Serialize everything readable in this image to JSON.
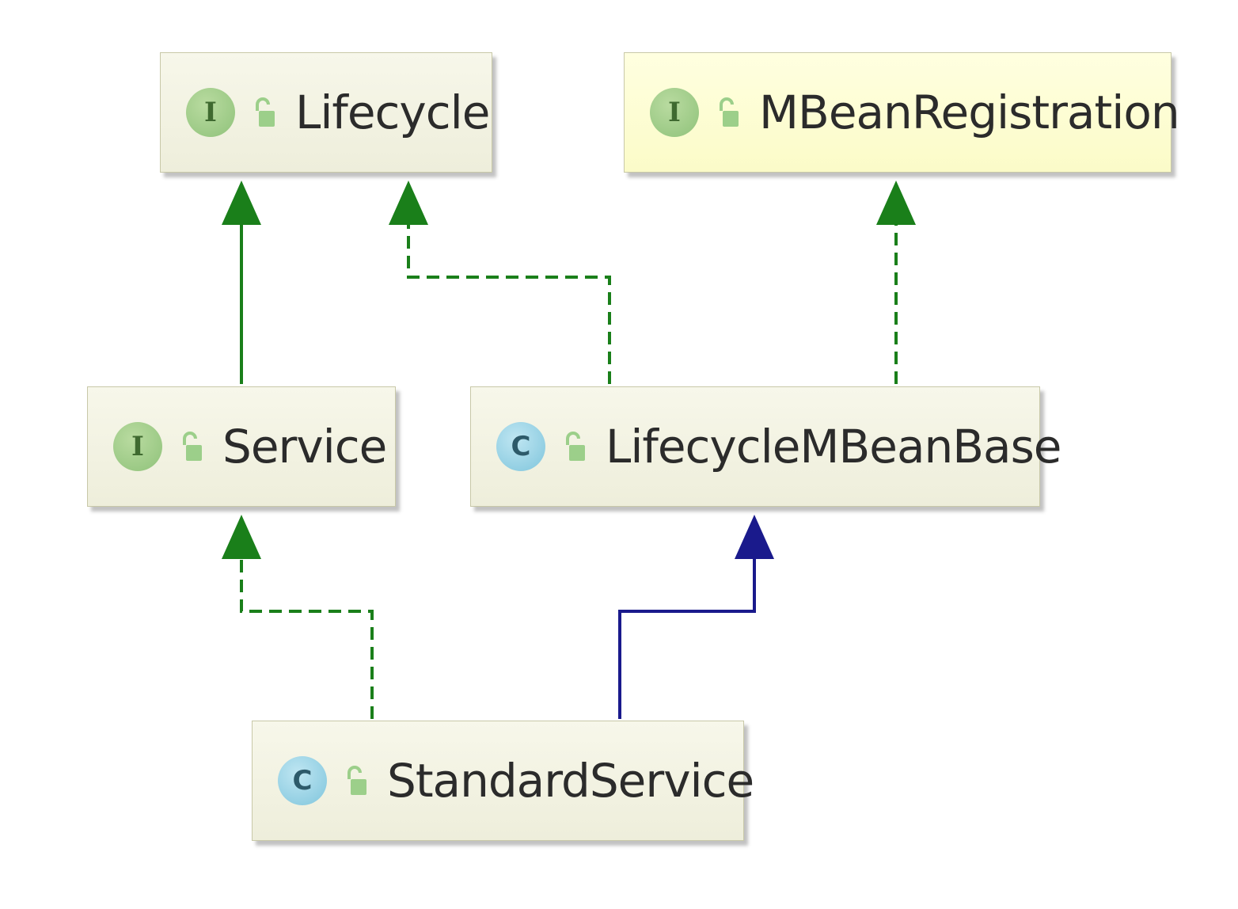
{
  "diagram": {
    "nodes": [
      {
        "id": "lifecycle",
        "kind": "interface",
        "badge": "I",
        "name": "Lifecycle"
      },
      {
        "id": "mbeanregistration",
        "kind": "interface",
        "badge": "I",
        "name": "MBeanRegistration"
      },
      {
        "id": "service",
        "kind": "interface",
        "badge": "I",
        "name": "Service"
      },
      {
        "id": "lifecyclembeanbase",
        "kind": "class",
        "badge": "C",
        "name": "LifecycleMBeanBase"
      },
      {
        "id": "standardservice",
        "kind": "class",
        "badge": "C",
        "name": "StandardService"
      }
    ],
    "edges": [
      {
        "from": "service",
        "to": "lifecycle",
        "type": "extends",
        "style": "solid",
        "color": "#1a7f1a"
      },
      {
        "from": "lifecyclembeanbase",
        "to": "lifecycle",
        "type": "implements",
        "style": "dashed",
        "color": "#1a7f1a"
      },
      {
        "from": "lifecyclembeanbase",
        "to": "mbeanregistration",
        "type": "implements",
        "style": "dashed",
        "color": "#1a7f1a"
      },
      {
        "from": "standardservice",
        "to": "service",
        "type": "implements",
        "style": "dashed",
        "color": "#1a7f1a"
      },
      {
        "from": "standardservice",
        "to": "lifecyclembeanbase",
        "type": "extends",
        "style": "solid",
        "color": "#1a1a8c"
      }
    ],
    "colors": {
      "interface_edge": "#1a7f1a",
      "class_edge": "#1a1a8c",
      "node_fill": "#f2f2e2",
      "highlight_fill": "#fdfdd0"
    }
  }
}
